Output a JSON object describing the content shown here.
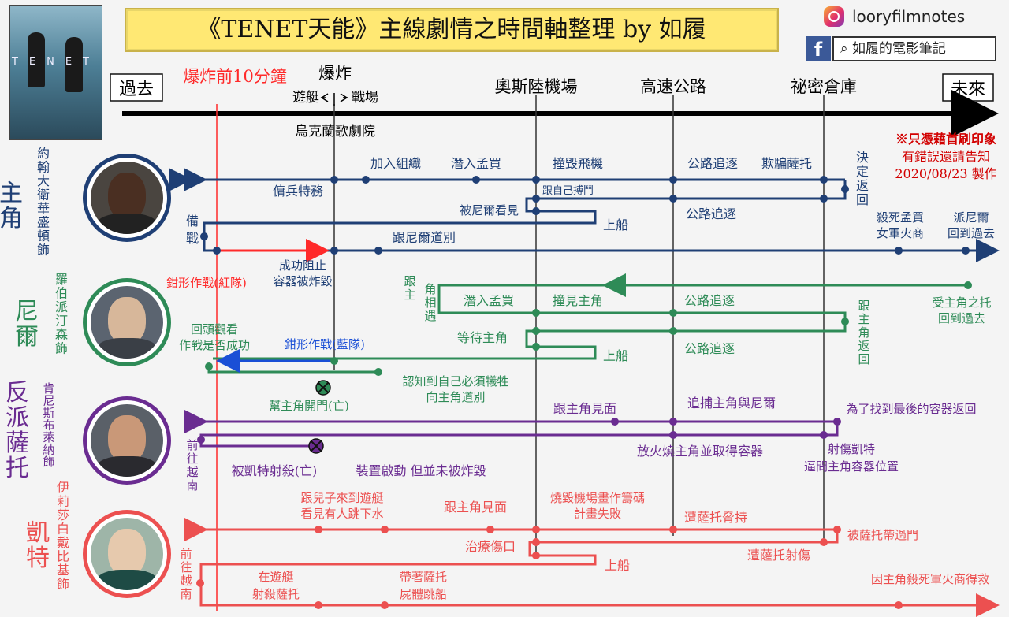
{
  "title": "《TENET天能》主線劇情之時間軸整理  by 如履",
  "social": {
    "instagram": "looryfilmnotes",
    "facebook": "如履的電影筆記",
    "instagram_icon": "instagram-icon",
    "facebook_icon": "facebook-icon",
    "search_icon": "search-icon"
  },
  "poster_text": "TENET",
  "axis": {
    "past": "過去",
    "future": "未來"
  },
  "milestones": {
    "ten_min": "爆炸前10分鐘",
    "explosion": "爆炸",
    "yacht": "遊艇",
    "battlefield": "戰場",
    "opera": "烏克蘭歌劇院",
    "oslo": "奧斯陸機場",
    "highway": "高速公路",
    "vault": "祕密倉庫"
  },
  "disclaimer": [
    "※只憑藉首刷印象",
    "有錯誤還請告知",
    "2020/08/23 製作"
  ],
  "colors": {
    "protagonist": "#1f3f75",
    "neil": "#2e8b57",
    "sator": "#6a2c91",
    "kat": "#ec5050",
    "red_mark": "#ff2a2a",
    "banner": "#ffe873"
  },
  "characters": {
    "protagonist": {
      "role": "主角",
      "actor": "約翰大衛華盛頓飾"
    },
    "neil": {
      "role": "尼爾",
      "actor": "羅伯派汀森飾"
    },
    "sator": {
      "role": "反派薩托",
      "actor": "肯尼斯布萊納飾"
    },
    "kat": {
      "role": "凱特",
      "actor": "伊莉莎白戴比基飾"
    }
  },
  "events": {
    "p": {
      "mercenary": "傭兵特務",
      "join": "加入組織",
      "mumbai": "潛入孟買",
      "plane": "撞毀飛機",
      "chase": "公路追逐",
      "cheat": "欺騙薩托",
      "return": "決定返回",
      "fight_self": "跟自己搏鬥",
      "seen_by_neil": "被尼爾看見",
      "boat": "上船",
      "chase2": "公路追逐",
      "prepare": "備戰",
      "farewell": "跟尼爾道別",
      "kill": "殺死孟買女軍火商",
      "send_neil": "派尼爾回到過去",
      "red_op": "鉗形作戰(紅隊)",
      "stopped": "成功阻止容器被炸毀"
    },
    "n": {
      "meet": "跟主角相遇",
      "mumbai": "潛入孟買",
      "bump": "撞見主角",
      "chase": "公路追逐",
      "wait": "等待主角",
      "boat": "上船",
      "chase2": "公路追逐",
      "follow": "跟主角返回",
      "sent": "受主角之托回到過去",
      "lookback": "回頭觀看作戰是否成功",
      "blue_op": "鉗形作戰(藍隊)",
      "sacrifice": "認知到自己必須犧牲向主角道別",
      "open_door": "幫主角開門(亡)"
    },
    "s": {
      "meet": "跟主角見面",
      "capture": "追捕主角與尼爾",
      "find": "為了找到最後的容器返回",
      "vietnam": "前往越南",
      "fire": "放火燒主角並取得容器",
      "shot_kat": "射傷凱特逼問主角容器位置",
      "killed": "被凱特射殺(亡)",
      "device": "裝置啟動 但並未被炸毀"
    },
    "k": {
      "yacht": "跟兒子來到遊艇看見有人跳下水",
      "meet": "跟主角見面",
      "fail": "燒毀機場畫作籌碼計畫失敗",
      "hostage": "遭薩托脅持",
      "taken": "被薩托帶過門",
      "heal": "治療傷口",
      "boat": "上船",
      "shot": "遭薩托射傷",
      "vietnam": "前往越南",
      "kill_sator": "在遊艇射殺薩托",
      "jump": "帶著薩托屍體跳船",
      "saved": "因主角殺死軍火商得救"
    }
  }
}
